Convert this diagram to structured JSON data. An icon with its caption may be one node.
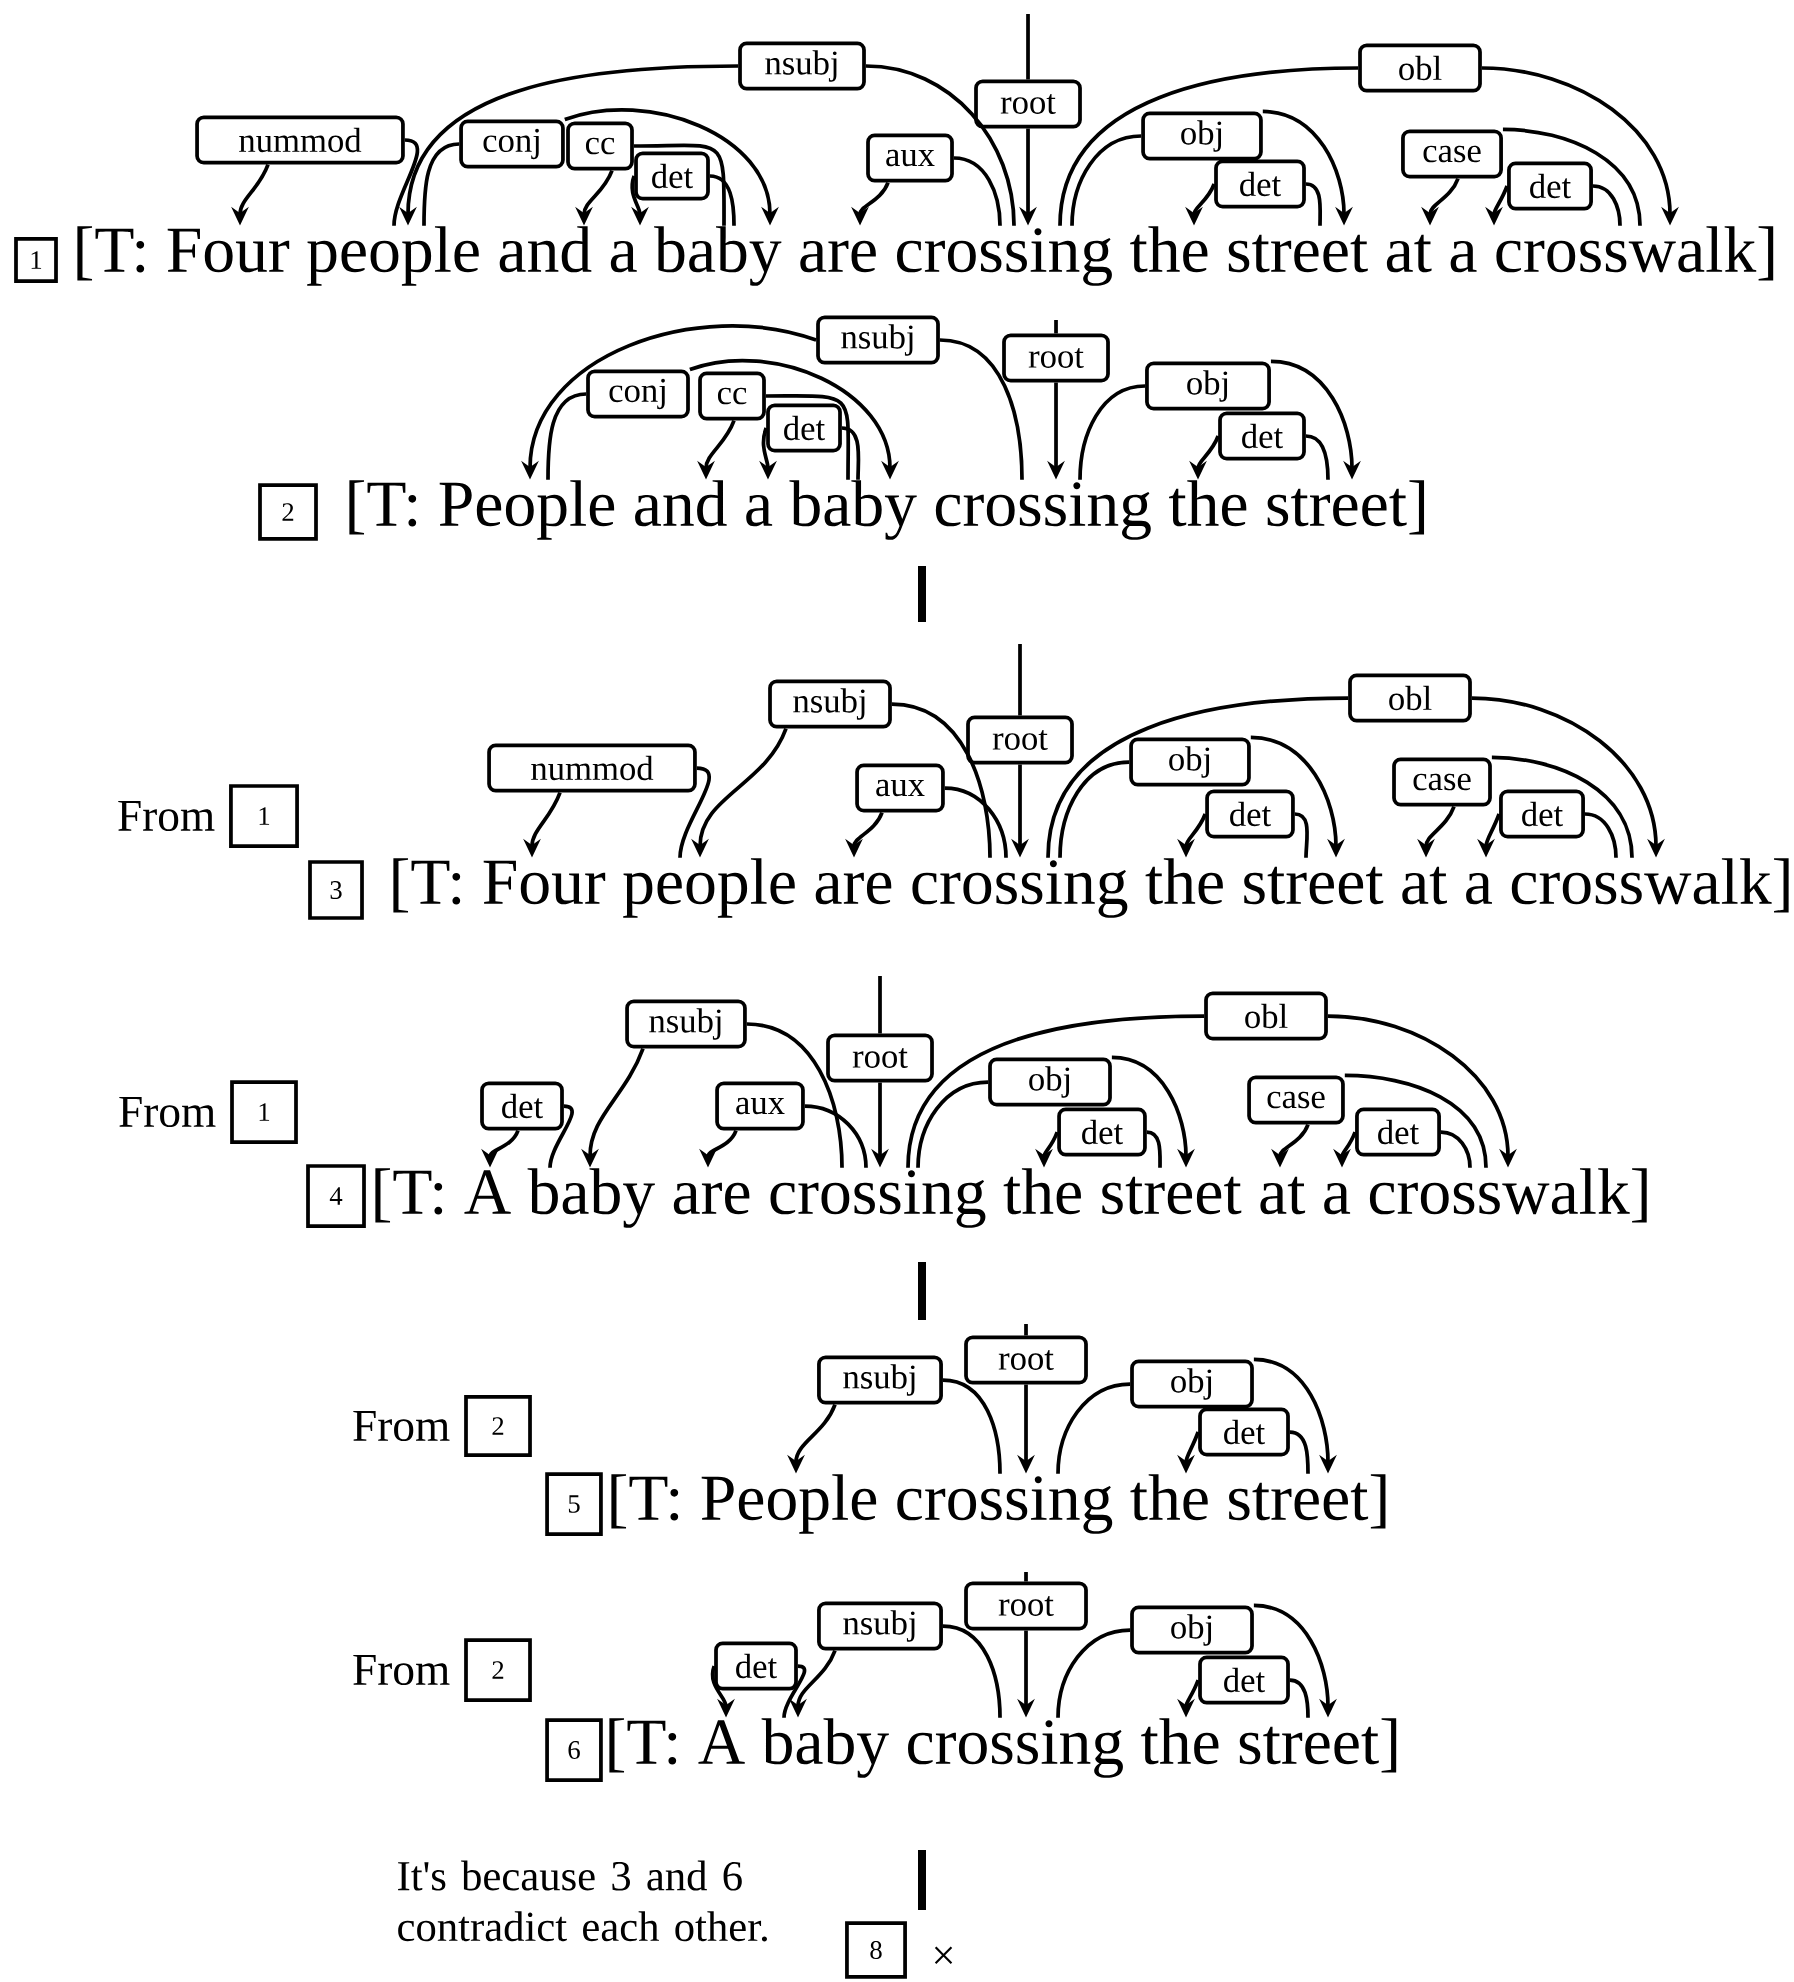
{
  "diagram": {
    "nodes": [
      {
        "text": [
          "nummod"
        ]
      },
      {
        "text": [
          "conj"
        ]
      },
      {
        "text": [
          "cc"
        ]
      },
      {
        "text": [
          "det"
        ]
      },
      {
        "text": [
          "nsubj"
        ]
      },
      {
        "text": [
          "aux"
        ]
      },
      {
        "text": [
          "root"
        ]
      },
      {
        "text": [
          "obj"
        ]
      },
      {
        "text": [
          "det"
        ]
      },
      {
        "text": [
          "obl"
        ]
      },
      {
        "text": [
          "case"
        ]
      },
      {
        "text": [
          "det"
        ]
      },
      {
        "text": [
          "1"
        ]
      },
      {
        "text": [
          "[T: Four people and a baby are crossing the street at a crosswalk]"
        ]
      },
      {
        "text": [
          "conj"
        ]
      },
      {
        "text": [
          "cc"
        ]
      },
      {
        "text": [
          "det"
        ]
      },
      {
        "text": [
          "nsubj"
        ]
      },
      {
        "text": [
          "root"
        ]
      },
      {
        "text": [
          "obj"
        ]
      },
      {
        "text": [
          "det"
        ]
      },
      {
        "text": [
          "2"
        ]
      },
      {
        "text": [
          "[T: People and a baby crossing the street]"
        ]
      },
      {
        "text": [
          "1"
        ],
        "beside": [
          "From"
        ]
      },
      {
        "text": [
          "nummod"
        ]
      },
      {
        "text": [
          "nsubj"
        ]
      },
      {
        "text": [
          "aux"
        ]
      },
      {
        "text": [
          "root"
        ]
      },
      {
        "text": [
          "obj"
        ]
      },
      {
        "text": [
          "det"
        ]
      },
      {
        "text": [
          "obl"
        ]
      },
      {
        "text": [
          "case"
        ]
      },
      {
        "text": [
          "det"
        ]
      },
      {
        "text": [
          "3"
        ]
      },
      {
        "text": [
          "[T: Four people are crossing the street at a crosswalk]"
        ]
      },
      {
        "text": [
          "1"
        ],
        "beside": [
          "From"
        ]
      },
      {
        "text": [
          "det"
        ]
      },
      {
        "text": [
          "nsubj"
        ]
      },
      {
        "text": [
          "aux"
        ]
      },
      {
        "text": [
          "root"
        ]
      },
      {
        "text": [
          "obj"
        ]
      },
      {
        "text": [
          "det"
        ]
      },
      {
        "text": [
          "obl"
        ]
      },
      {
        "text": [
          "case"
        ]
      },
      {
        "text": [
          "det"
        ]
      },
      {
        "text": [
          "4"
        ]
      },
      {
        "text": [
          "[T: A baby are crossing the street at a crosswalk]"
        ]
      },
      {
        "text": [
          "2"
        ],
        "beside": [
          "From"
        ]
      },
      {
        "text": [
          "nsubj"
        ]
      },
      {
        "text": [
          "root"
        ]
      },
      {
        "text": [
          "obj"
        ]
      },
      {
        "text": [
          "det"
        ]
      },
      {
        "text": [
          "5"
        ]
      },
      {
        "text": [
          "[T: People crossing the street]"
        ]
      },
      {
        "text": [
          "2"
        ],
        "beside": [
          "From"
        ]
      },
      {
        "text": [
          "det"
        ]
      },
      {
        "text": [
          "nsubj"
        ]
      },
      {
        "text": [
          "root"
        ]
      },
      {
        "text": [
          "obj"
        ]
      },
      {
        "text": [
          "det"
        ]
      },
      {
        "text": [
          "6"
        ]
      },
      {
        "text": [
          "[T: A baby crossing the street]"
        ]
      },
      {
        "text": [
          "8"
        ],
        "beside": [
          "×"
        ]
      }
    ],
    "edges": [
      {
        "from": 13,
        "to": 0,
        "arrow": "none"
      },
      {
        "from": 0,
        "to": 13,
        "arrow": "to"
      },
      {
        "from": 13,
        "to": 1,
        "arrow": "none"
      },
      {
        "from": 1,
        "to": 13,
        "arrow": "to"
      },
      {
        "from": 13,
        "to": 2,
        "arrow": "none"
      },
      {
        "from": 2,
        "to": 13,
        "arrow": "to"
      },
      {
        "from": 13,
        "to": 3,
        "arrow": "none"
      },
      {
        "from": 3,
        "to": 13,
        "arrow": "to"
      },
      {
        "from": 13,
        "to": 4,
        "arrow": "none"
      },
      {
        "from": 4,
        "to": 13,
        "arrow": "to"
      },
      {
        "from": 13,
        "to": 5,
        "arrow": "none"
      },
      {
        "from": 5,
        "to": 13,
        "arrow": "to"
      },
      {
        "from": null,
        "to": 6,
        "arrow": "none"
      },
      {
        "from": 6,
        "to": 13,
        "arrow": "to"
      },
      {
        "from": 13,
        "to": 7,
        "arrow": "none"
      },
      {
        "from": 7,
        "to": 13,
        "arrow": "to"
      },
      {
        "from": 13,
        "to": 8,
        "arrow": "none"
      },
      {
        "from": 8,
        "to": 13,
        "arrow": "to"
      },
      {
        "from": 13,
        "to": 9,
        "arrow": "none"
      },
      {
        "from": 9,
        "to": 13,
        "arrow": "to"
      },
      {
        "from": 13,
        "to": 10,
        "arrow": "none"
      },
      {
        "from": 10,
        "to": 13,
        "arrow": "to"
      },
      {
        "from": 13,
        "to": 11,
        "arrow": "none"
      },
      {
        "from": 11,
        "to": 13,
        "arrow": "to"
      },
      {
        "from": 22,
        "to": 14,
        "arrow": "none"
      },
      {
        "from": 14,
        "to": 22,
        "arrow": "to"
      },
      {
        "from": 22,
        "to": 15,
        "arrow": "none"
      },
      {
        "from": 15,
        "to": 22,
        "arrow": "to"
      },
      {
        "from": 22,
        "to": 16,
        "arrow": "none"
      },
      {
        "from": 16,
        "to": 22,
        "arrow": "to"
      },
      {
        "from": 22,
        "to": 17,
        "arrow": "none"
      },
      {
        "from": 17,
        "to": 22,
        "arrow": "to"
      },
      {
        "from": null,
        "to": 18,
        "arrow": "none"
      },
      {
        "from": 18,
        "to": 22,
        "arrow": "to"
      },
      {
        "from": 22,
        "to": 19,
        "arrow": "none"
      },
      {
        "from": 19,
        "to": 22,
        "arrow": "to"
      },
      {
        "from": 22,
        "to": 20,
        "arrow": "none"
      },
      {
        "from": 20,
        "to": 22,
        "arrow": "to"
      },
      {
        "from": 34,
        "to": 24,
        "arrow": "none"
      },
      {
        "from": 24,
        "to": 34,
        "arrow": "to"
      },
      {
        "from": 34,
        "to": 25,
        "arrow": "none"
      },
      {
        "from": 25,
        "to": 34,
        "arrow": "to"
      },
      {
        "from": 34,
        "to": 26,
        "arrow": "none"
      },
      {
        "from": 26,
        "to": 34,
        "arrow": "to"
      },
      {
        "from": null,
        "to": 27,
        "arrow": "none"
      },
      {
        "from": 27,
        "to": 34,
        "arrow": "to"
      },
      {
        "from": 34,
        "to": 28,
        "arrow": "none"
      },
      {
        "from": 28,
        "to": 34,
        "arrow": "to"
      },
      {
        "from": 34,
        "to": 29,
        "arrow": "none"
      },
      {
        "from": 29,
        "to": 34,
        "arrow": "to"
      },
      {
        "from": 34,
        "to": 30,
        "arrow": "none"
      },
      {
        "from": 30,
        "to": 34,
        "arrow": "to"
      },
      {
        "from": 34,
        "to": 31,
        "arrow": "none"
      },
      {
        "from": 31,
        "to": 34,
        "arrow": "to"
      },
      {
        "from": 34,
        "to": 32,
        "arrow": "none"
      },
      {
        "from": 32,
        "to": 34,
        "arrow": "to"
      },
      {
        "from": 46,
        "to": 36,
        "arrow": "none"
      },
      {
        "from": 36,
        "to": 46,
        "arrow": "to"
      },
      {
        "from": 46,
        "to": 37,
        "arrow": "none"
      },
      {
        "from": 37,
        "to": 46,
        "arrow": "to"
      },
      {
        "from": 46,
        "to": 38,
        "arrow": "none"
      },
      {
        "from": 38,
        "to": 46,
        "arrow": "to"
      },
      {
        "from": null,
        "to": 39,
        "arrow": "none"
      },
      {
        "from": 39,
        "to": 46,
        "arrow": "to"
      },
      {
        "from": 46,
        "to": 40,
        "arrow": "none"
      },
      {
        "from": 40,
        "to": 46,
        "arrow": "to"
      },
      {
        "from": 46,
        "to": 41,
        "arrow": "none"
      },
      {
        "from": 41,
        "to": 46,
        "arrow": "to"
      },
      {
        "from": 46,
        "to": 42,
        "arrow": "none"
      },
      {
        "from": 42,
        "to": 46,
        "arrow": "to"
      },
      {
        "from": 46,
        "to": 43,
        "arrow": "none"
      },
      {
        "from": 43,
        "to": 46,
        "arrow": "to"
      },
      {
        "from": 46,
        "to": 44,
        "arrow": "none"
      },
      {
        "from": 44,
        "to": 46,
        "arrow": "to"
      },
      {
        "from": 53,
        "to": 48,
        "arrow": "none"
      },
      {
        "from": 48,
        "to": 53,
        "arrow": "to"
      },
      {
        "from": null,
        "to": 49,
        "arrow": "none"
      },
      {
        "from": 49,
        "to": 53,
        "arrow": "to"
      },
      {
        "from": 53,
        "to": 50,
        "arrow": "none"
      },
      {
        "from": 50,
        "to": 53,
        "arrow": "to"
      },
      {
        "from": 53,
        "to": 51,
        "arrow": "none"
      },
      {
        "from": 51,
        "to": 53,
        "arrow": "to"
      },
      {
        "from": 61,
        "to": 55,
        "arrow": "none"
      },
      {
        "from": 55,
        "to": 61,
        "arrow": "to"
      },
      {
        "from": 61,
        "to": 56,
        "arrow": "none"
      },
      {
        "from": 56,
        "to": 61,
        "arrow": "to"
      },
      {
        "from": null,
        "to": 57,
        "arrow": "none"
      },
      {
        "from": 57,
        "to": 61,
        "arrow": "to"
      },
      {
        "from": 61,
        "to": 58,
        "arrow": "none"
      },
      {
        "from": 58,
        "to": 61,
        "arrow": "to"
      },
      {
        "from": 61,
        "to": 59,
        "arrow": "none"
      },
      {
        "from": 59,
        "to": 61,
        "arrow": "to"
      }
    ],
    "labels": [
      "It's because 3 and 6 contradict each other."
    ]
  }
}
